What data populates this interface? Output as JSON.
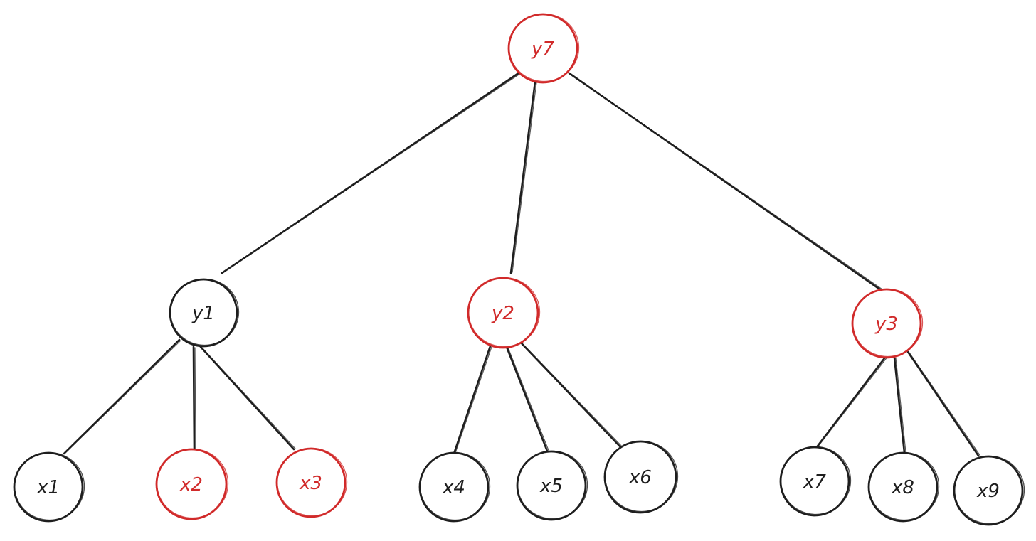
{
  "diagram": {
    "type": "tree",
    "colors": {
      "default": "#1e1e1e",
      "highlight": "#d12a2a"
    },
    "nodes": [
      {
        "id": "y7",
        "label": "y7",
        "highlight": true
      },
      {
        "id": "y1",
        "label": "y1",
        "highlight": false
      },
      {
        "id": "y2",
        "label": "y2",
        "highlight": true
      },
      {
        "id": "y3",
        "label": "y3",
        "highlight": true
      },
      {
        "id": "x1",
        "label": "x1",
        "highlight": false
      },
      {
        "id": "x2",
        "label": "x2",
        "highlight": true
      },
      {
        "id": "x3",
        "label": "x3",
        "highlight": true
      },
      {
        "id": "x4",
        "label": "x4",
        "highlight": false
      },
      {
        "id": "x5",
        "label": "x5",
        "highlight": false
      },
      {
        "id": "x6",
        "label": "x6",
        "highlight": false
      },
      {
        "id": "x7",
        "label": "x7",
        "highlight": false
      },
      {
        "id": "x8",
        "label": "x8",
        "highlight": false
      },
      {
        "id": "x9",
        "label": "x9",
        "highlight": false
      }
    ],
    "edges": [
      {
        "from": "y7",
        "to": "y1"
      },
      {
        "from": "y7",
        "to": "y2"
      },
      {
        "from": "y7",
        "to": "y3"
      },
      {
        "from": "y1",
        "to": "x1"
      },
      {
        "from": "y1",
        "to": "x2"
      },
      {
        "from": "y1",
        "to": "x3"
      },
      {
        "from": "y2",
        "to": "x4"
      },
      {
        "from": "y2",
        "to": "x5"
      },
      {
        "from": "y2",
        "to": "x6"
      },
      {
        "from": "y3",
        "to": "x7"
      },
      {
        "from": "y3",
        "to": "x8"
      },
      {
        "from": "y3",
        "to": "x9"
      }
    ]
  }
}
